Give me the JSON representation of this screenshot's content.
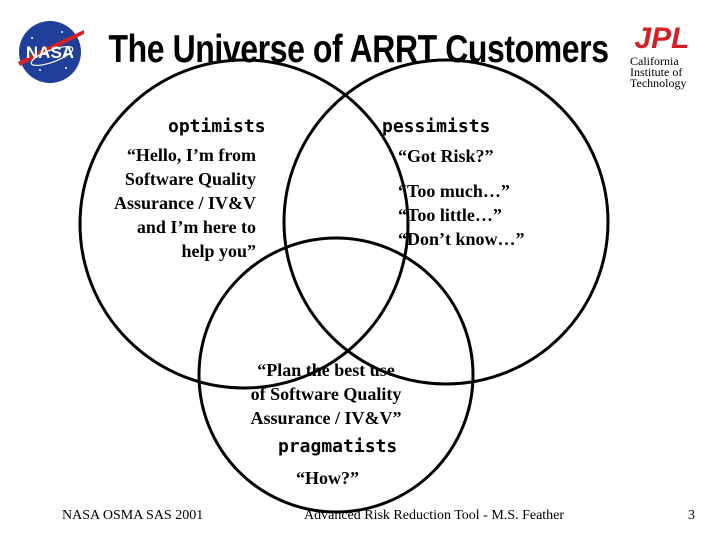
{
  "header": {
    "title": "The Universe of ARRT Customers",
    "left_logo": {
      "icon": "nasa-meatball-logo",
      "text": "NASA"
    },
    "right_logo": {
      "icon": "jpl-logo",
      "text": "JPL",
      "caption": [
        "California",
        "Institute of",
        "Technology"
      ]
    }
  },
  "venn": {
    "optimists": {
      "label": "optimists",
      "quote": [
        "“Hello, I’m from",
        "Software Quality",
        "Assurance / IV&V",
        "and I’m here to",
        "help you”"
      ]
    },
    "pessimists": {
      "label": "pessimists",
      "quote1": "“Got Risk?”",
      "quote2": [
        "“Too much…”",
        "“Too little…”",
        "“Don’t know…”"
      ]
    },
    "pragmatists": {
      "label": "pragmatists",
      "center_quote": [
        "“Plan the best use",
        "of Software Quality",
        "Assurance / IV&V”"
      ],
      "quote": "“How?”"
    }
  },
  "footer": {
    "left": "NASA OSMA SAS 2001",
    "center": "Advanced Risk Reduction Tool - M.S. Feather",
    "page_number": "3"
  },
  "colors": {
    "nasa_blue": "#1f3f98",
    "nasa_red": "#d42027",
    "jpl_red": "#d42027"
  }
}
